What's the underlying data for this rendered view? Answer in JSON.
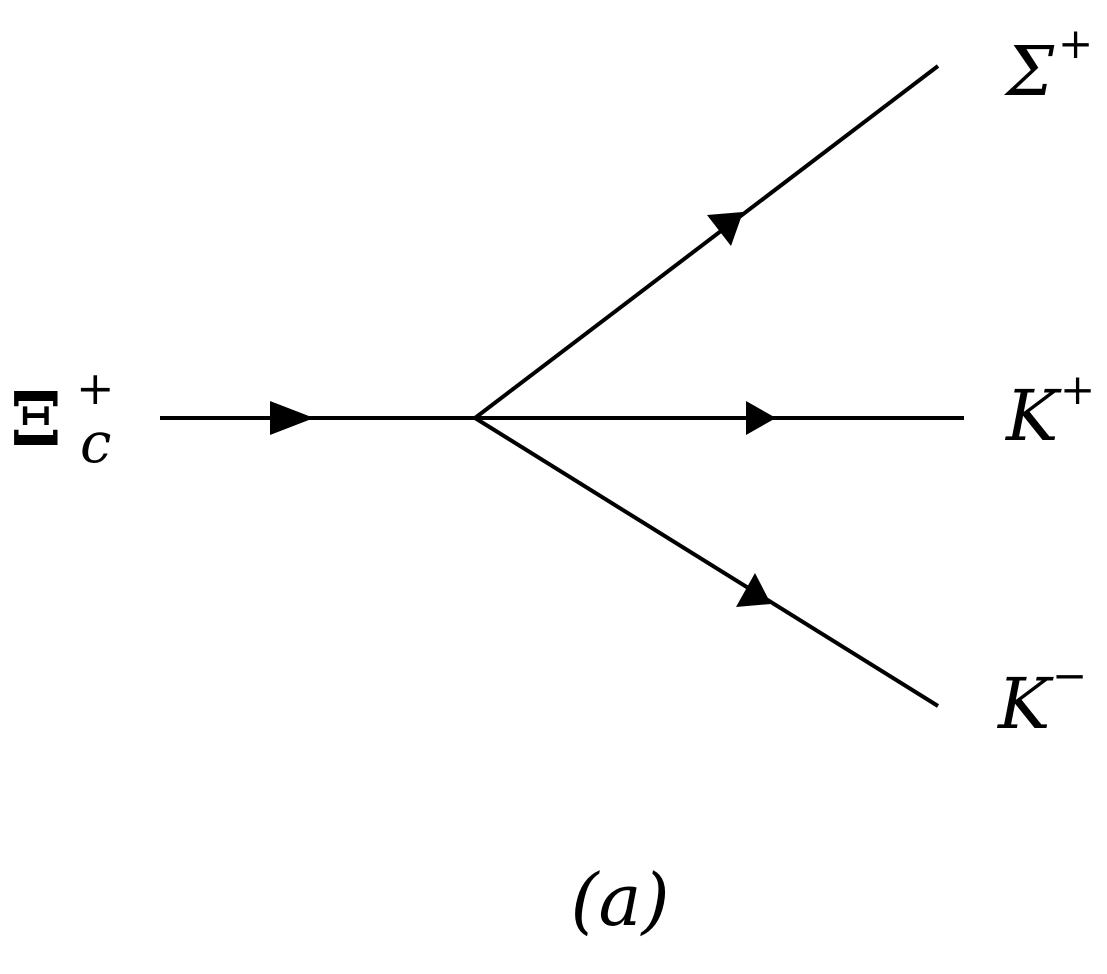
{
  "diagram": {
    "vertex": "decay-vertex",
    "particles": {
      "initial": {
        "symbol": "Ξ",
        "subscript": "c",
        "superscript": "+"
      },
      "out_top": {
        "symbol": "Σ",
        "superscript": "+"
      },
      "out_mid": {
        "symbol": "K",
        "superscript": "+"
      },
      "out_bot": {
        "symbol": "K",
        "superscript": "−"
      }
    },
    "caption": "(a)",
    "colors": {
      "line": "#000000",
      "background": "#ffffff"
    }
  }
}
